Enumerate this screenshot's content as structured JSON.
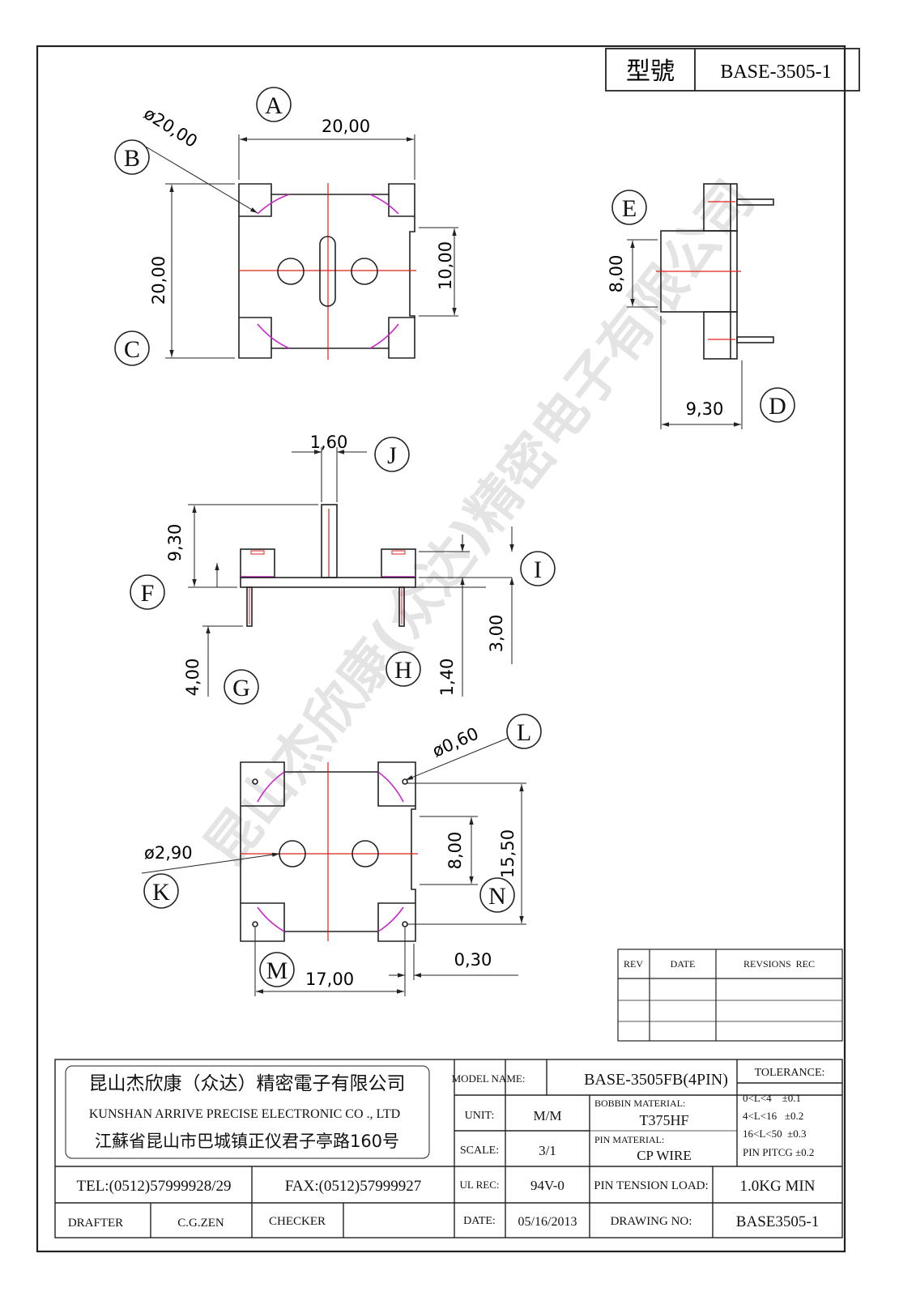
{
  "title_block": {
    "model_label": "型號",
    "model_value": "BASE-3505-1"
  },
  "watermark": "昆山杰欣康(众达)精密电子有限公司",
  "labels": [
    "A",
    "B",
    "C",
    "D",
    "E",
    "F",
    "G",
    "H",
    "I",
    "J",
    "K",
    "L",
    "M",
    "N"
  ],
  "dimensions": {
    "top_width": "20,00",
    "top_dia": "ø20,00",
    "top_height": "20,00",
    "top_slot": "10,00",
    "side_height": "8,00",
    "side_depth": "9,30",
    "front_pin_width": "1,60",
    "front_height": "9,30",
    "front_pin": "4,00",
    "front_h": "1,40",
    "front_i": "3,00",
    "bot_pin_dia": "ø0,60",
    "bot_hole_dia": "ø2,90",
    "bot_slot": "8,00",
    "bot_pitch_v": "15,50",
    "bot_pitch_h": "17,00",
    "bot_offset": "0,30"
  },
  "revision": {
    "headers": [
      "REV",
      "DATE",
      "REVSIONS  REC"
    ]
  },
  "company": {
    "name_cn": "昆山杰欣康（众达）精密電子有限公司",
    "name_en": "KUNSHAN ARRIVE PRECISE ELECTRONIC CO ., LTD",
    "address": "江蘇省昆山市巴城镇正仪君子亭路160号",
    "tel": "TEL:(0512)57999928/29",
    "fax": "FAX:(0512)57999927",
    "drafter_label": "DRAFTER",
    "drafter": "C.G.ZEN",
    "checker_label": "CHECKER"
  },
  "specs": {
    "model_name_label": "MODEL NAME:",
    "model_name": "BASE-3505FB(4PIN)",
    "tolerance_label": "TOLERANCE:",
    "tolerances": [
      "0<L<4    ±0.1",
      "4<L<16   ±0.2",
      "16<L<50  ±0.3",
      "PIN PITCG ±0.2"
    ],
    "unit_label": "UNIT:",
    "unit": "M/M",
    "bobbin_label": "BOBBIN MATERIAL:",
    "bobbin": "T375HF",
    "scale_label": "SCALE:",
    "scale": "3/1",
    "pin_material_label": "PIN MATERIAL:",
    "pin_material": "CP WIRE",
    "ul_label": "UL REC:",
    "ul": "94V-0",
    "pin_tension_label": "PIN TENSION LOAD:",
    "pin_tension": "1.0KG MIN",
    "date_label": "DATE:",
    "date": "05/16/2013",
    "drawing_no_label": "DRAWING NO:",
    "drawing_no": "BASE3505-1"
  },
  "colors": {
    "ink": "#222222",
    "center": "#e0201c",
    "arc": "#c828c8",
    "watermark": "#e4e4e4"
  }
}
